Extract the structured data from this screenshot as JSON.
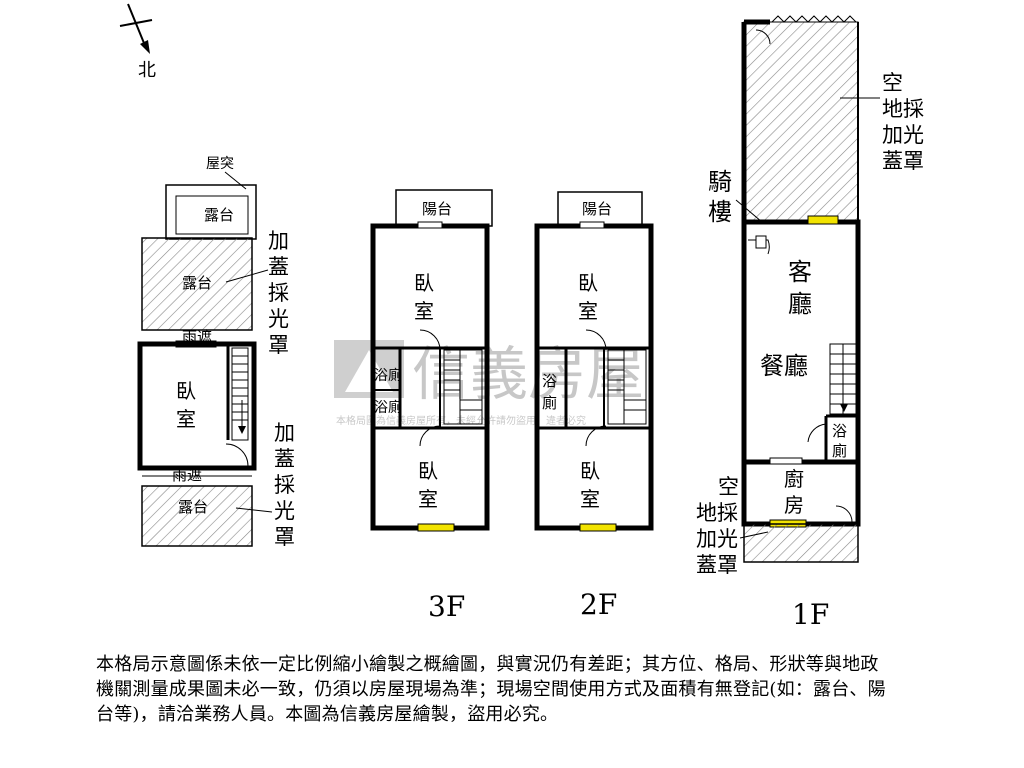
{
  "north": "北",
  "watermark": {
    "brand": "信義房屋",
    "tagline": "本格局圖為信義房屋所有，未經允許請勿盜用，違者必究"
  },
  "floor_labels": {
    "f3": "3F",
    "f2": "2F",
    "f1": "1F"
  },
  "top_floor": {
    "chimney": "屋突",
    "terrace_top": "露台",
    "terrace_upper": "露台",
    "rain_cover_upper": "雨遮",
    "bedroom": [
      "臥",
      "室"
    ],
    "rain_cover_lower": "雨遮",
    "terrace_lower": "露台",
    "note_upper": [
      "加",
      "蓋",
      "採",
      "光",
      "罩"
    ],
    "note_lower": [
      "加",
      "蓋",
      "採",
      "光",
      "罩"
    ]
  },
  "floor_3f": {
    "balcony": "陽台",
    "bedroom_front": [
      "臥",
      "室"
    ],
    "bath_upper": "浴廁",
    "bath_lower": "浴廁",
    "bedroom_rear": [
      "臥",
      "室"
    ]
  },
  "floor_2f": {
    "balcony": "陽台",
    "bedroom_front": [
      "臥",
      "室"
    ],
    "bath": [
      "浴",
      "廁"
    ],
    "bedroom_rear": [
      "臥",
      "室"
    ]
  },
  "floor_1f": {
    "arcade": [
      "騎",
      "樓"
    ],
    "living_room": [
      "客",
      "廳"
    ],
    "dining_room": "餐廳",
    "bath": [
      "浴",
      "廁"
    ],
    "kitchen": [
      "廚",
      "房"
    ],
    "note_top": [
      "空",
      "地採",
      "加光",
      "蓋罩"
    ],
    "note_bottom": [
      "空",
      "地採",
      "加光",
      "蓋罩"
    ]
  },
  "disclaimer": "本格局示意圖係未依一定比例縮小繪製之概繪圖，與實況仍有差距；其方位、格局、形狀等與地政機關測量成果圖未必一致，仍須以房屋現場為準；現場空間使用方式及面積有無登記(如：露台、陽台等)，請洽業務人員。本圖為信義房屋繪製，盜用必究。"
}
